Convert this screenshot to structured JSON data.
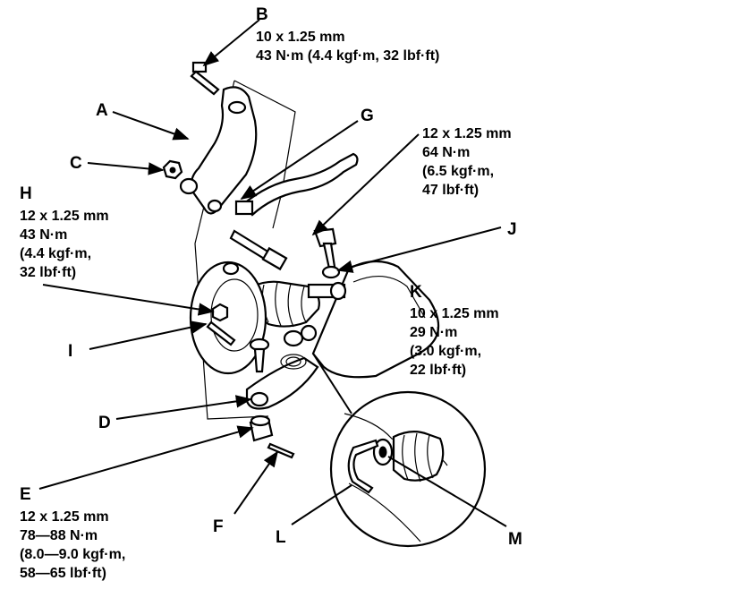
{
  "callouts": {
    "A": {
      "letter": "A"
    },
    "B": {
      "letter": "B",
      "lines": [
        "10 x 1.25 mm",
        "43 N·m (4.4 kgf·m, 32 lbf·ft)"
      ]
    },
    "C": {
      "letter": "C"
    },
    "D": {
      "letter": "D"
    },
    "E": {
      "letter": "E",
      "lines": [
        "12 x 1.25 mm",
        "78—88 N·m",
        "(8.0—9.0 kgf·m,",
        "58—65 lbf·ft)"
      ]
    },
    "F": {
      "letter": "F"
    },
    "G": {
      "letter": "G"
    },
    "H": {
      "letter": "H",
      "lines": [
        "12 x 1.25 mm",
        "43 N·m",
        "(4.4 kgf·m,",
        "32 lbf·ft)"
      ]
    },
    "I": {
      "letter": "I"
    },
    "J": {
      "letter": "J"
    },
    "K": {
      "letter": "K",
      "lines": [
        "10 x 1.25 mm",
        "29 N·m",
        "(3.0 kgf·m,",
        "22 lbf·ft)"
      ]
    },
    "L": {
      "letter": "L"
    },
    "M": {
      "letter": "M"
    },
    "unlabeled_bolt": {
      "lines": [
        "12 x 1.25 mm",
        "64 N·m",
        "(6.5 kgf·m,",
        "47 lbf·ft)"
      ]
    }
  }
}
